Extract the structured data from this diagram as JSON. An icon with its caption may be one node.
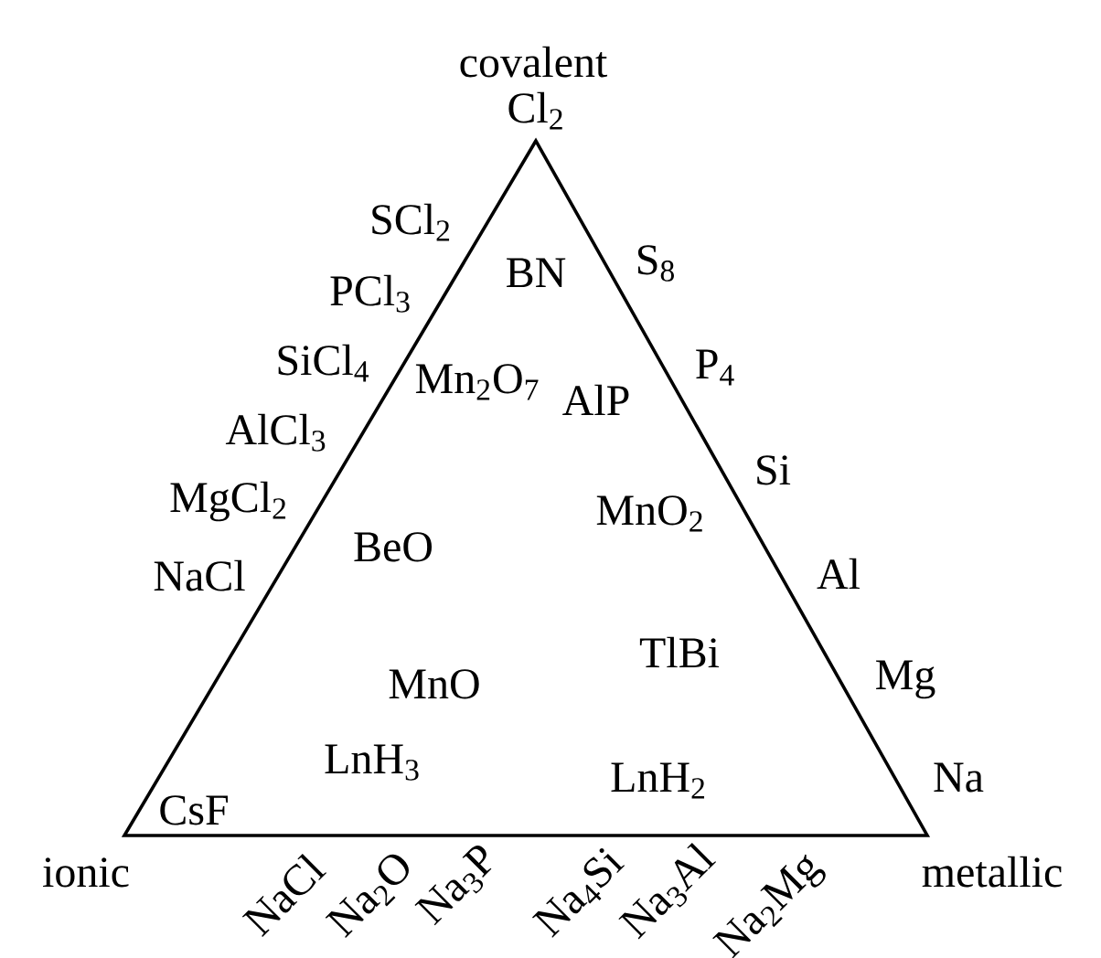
{
  "diagram": {
    "labels": [
      "covalent",
      "Cl$_{2}$",
      "SCl$_{2}$",
      "BN",
      "S$_{8}$",
      "PCl$_{3}$",
      "SiCl$_{4}$",
      "P$_{4}$",
      "Mn$_{2}$O$_{7}$",
      "AlP",
      "AlCl$_{3}$",
      "Si",
      "MgCl$_{2}$",
      "MnO$_{2}$",
      "BeO",
      "NaCl",
      "Al",
      "MnO",
      "TlBi",
      "Mg",
      "LnH$_{3}$",
      "LnH$_{2}$",
      "Na",
      "CsF",
      "ionic",
      "metallic",
      "NaCl",
      "Na$_{2}$O",
      "Na$_{3}$P",
      "Na$_{4}$Si",
      "Na$_{3}$Al",
      "Na$_{2}$Mg"
    ]
  }
}
